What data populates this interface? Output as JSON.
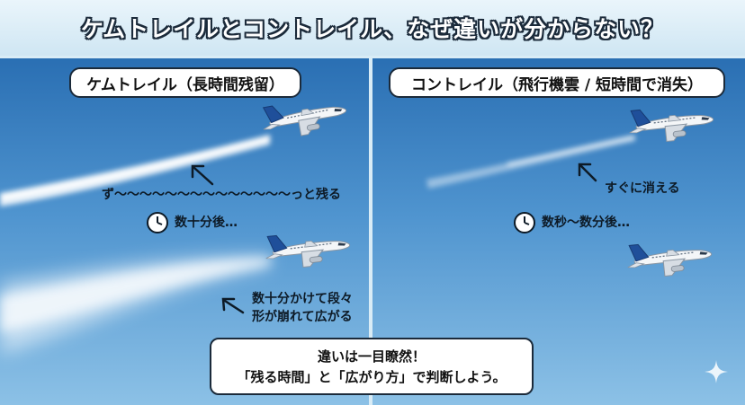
{
  "title": "ケムトレイルとコントレイル、なぜ違いが分からない？",
  "left_panel": {
    "label": "ケムトレイル（長時間残留）",
    "note_top": "ず〜〜〜〜〜〜〜〜〜〜〜〜〜〜っと残る",
    "clock_text": "数十分後…",
    "note_bottom_line1": "数十分かけて段々",
    "note_bottom_line2": "形が崩れて広がる"
  },
  "right_panel": {
    "label": "コントレイル（飛行機雲 / 短時間で消失）",
    "note_top": "すぐに消える",
    "clock_text": "数秒〜数分後…"
  },
  "callout": {
    "line1": "違いは一目瞭然！",
    "line2": "「残る時間」と「広がり方」で判断しよう。"
  },
  "colors": {
    "sky_top": "#2a6fb3",
    "sky_bottom": "#8cc1e6",
    "outline": "#1b2a3a",
    "header_bg": "#d9ecf6"
  }
}
